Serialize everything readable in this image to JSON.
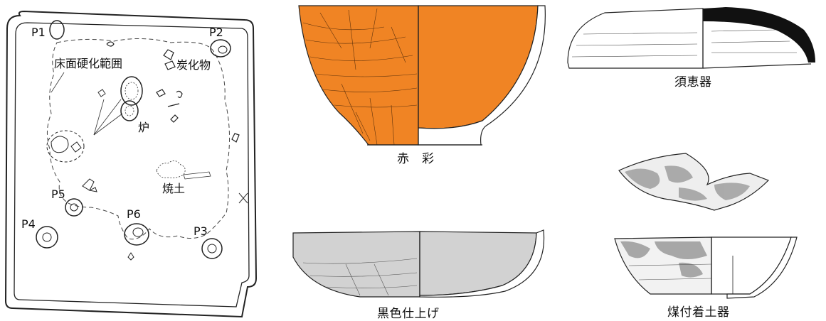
{
  "pit_plan": {
    "labels": {
      "p1": "P1",
      "p2": "P2",
      "p3": "P3",
      "p4": "P4",
      "p5": "P5",
      "p6": "P6",
      "floor": "床面硬化範囲",
      "charcoal": "炭化物",
      "hearth": "炉",
      "burnt_soil": "焼土"
    }
  },
  "vessels": {
    "red": {
      "caption": "赤　彩",
      "color": "#f08424"
    },
    "sue": {
      "caption": "須恵器",
      "color": "#111111"
    },
    "black": {
      "caption": "黒色仕上げ",
      "color": "#d2d2d2"
    },
    "soot": {
      "caption": "煤付着土器",
      "color": "#9a9a9a"
    }
  }
}
